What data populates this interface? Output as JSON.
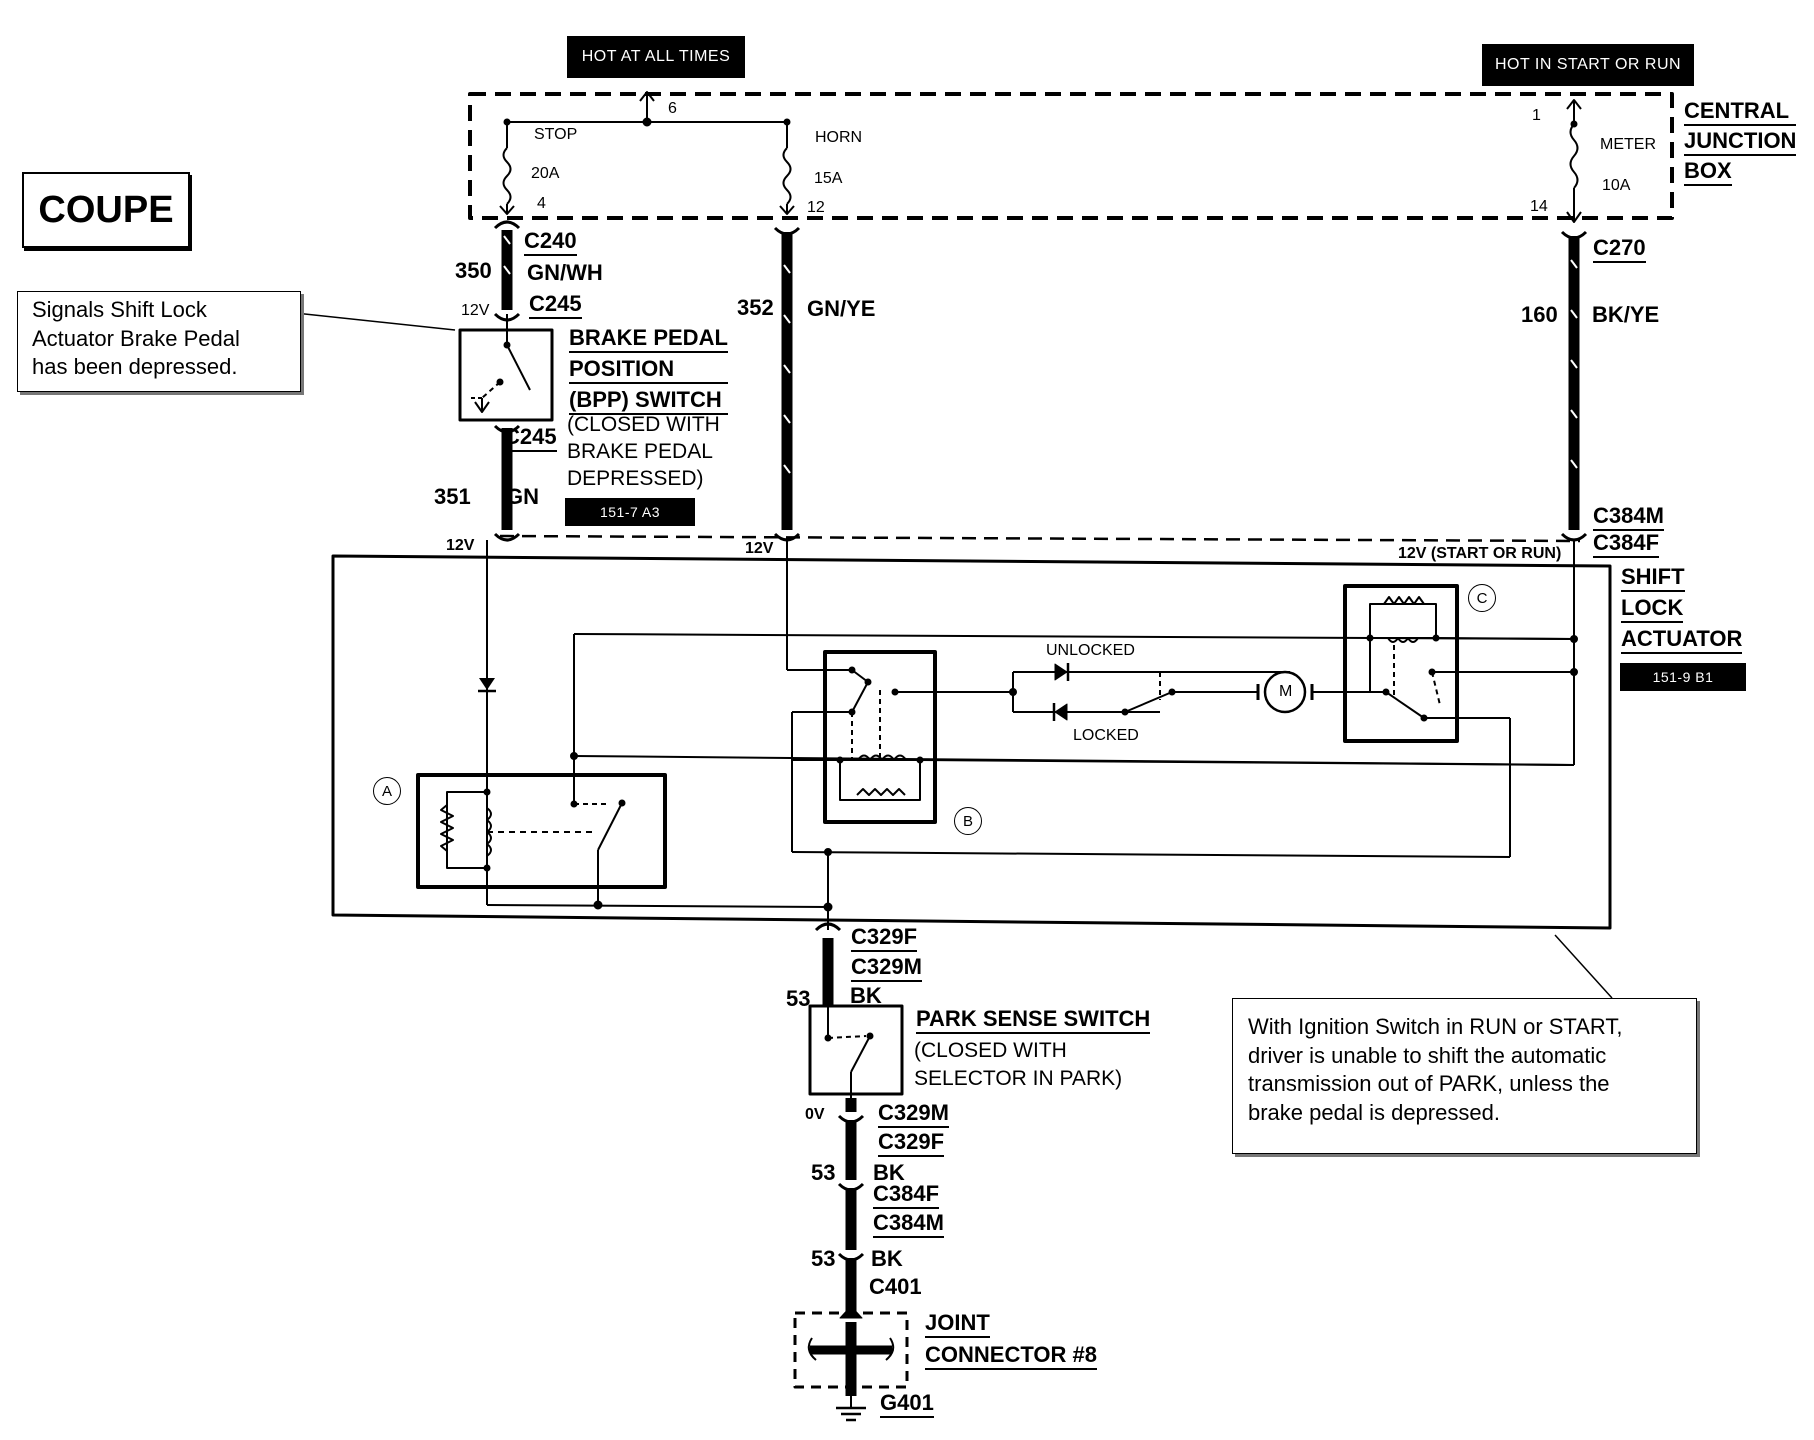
{
  "variant_label": "COUPE",
  "power_labels": {
    "hot_at_all_times": "HOT AT ALL TIMES",
    "hot_in_start_or_run": "HOT IN START OR RUN"
  },
  "central_junction_box": {
    "name_line1": "CENTRAL",
    "name_line2": "JUNCTION",
    "name_line3": "BOX",
    "pin_6": "6",
    "pin_4": "4",
    "pin_12": "12",
    "pin_1": "1",
    "pin_14": "14",
    "fuse_stop_name": "STOP",
    "fuse_stop_amps": "20A",
    "fuse_horn_name": "HORN",
    "fuse_horn_amps": "15A",
    "fuse_meter_name": "METER",
    "fuse_meter_amps": "10A"
  },
  "connectors": {
    "c240": "C240",
    "c245_top": "C245",
    "c245_bottom": "C245",
    "c270": "C270",
    "c384m_top": "C384M",
    "c384f_top": "C384F",
    "c329f_top": "C329F",
    "c329m_top": "C329M",
    "c329m_bottom": "C329M",
    "c329f_bottom": "C329F",
    "c384f_bottom": "C384F",
    "c384m_bottom": "C384M",
    "c401": "C401",
    "g401": "G401"
  },
  "wires": {
    "w350_num": "350",
    "w350_color": "GN/WH",
    "w351_num": "351",
    "w351_color": "GN",
    "w352_num": "352",
    "w352_color": "GN/YE",
    "w160_num": "160",
    "w160_color": "BK/YE",
    "w53a_num": "53",
    "w53a_color": "BK",
    "w53b_num": "53",
    "w53b_color": "BK",
    "w53c_num": "53",
    "w53c_color": "BK"
  },
  "voltages": {
    "v_bpp_top": "12V",
    "v_actuator_left": "12V",
    "v_actuator_mid": "12V",
    "v_actuator_right": "12V (START OR RUN)",
    "v_park": "0V"
  },
  "bpp_switch": {
    "line1": "BRAKE PEDAL",
    "line2": "POSITION",
    "line3": "(BPP) SWITCH",
    "line4": "(CLOSED WITH",
    "line5": "BRAKE PEDAL",
    "line6": "DEPRESSED)",
    "ref": "151-7 A3"
  },
  "shift_lock_actuator": {
    "line1": "SHIFT",
    "line2": "LOCK",
    "line3": "ACTUATOR",
    "ref": "151-9 B1",
    "unlocked": "UNLOCKED",
    "locked": "LOCKED",
    "motor": "M",
    "relay_a": "A",
    "relay_b": "B",
    "relay_c": "C"
  },
  "park_sense_switch": {
    "line1": "PARK SENSE SWITCH",
    "line2": "(CLOSED WITH",
    "line3": "SELECTOR IN PARK)"
  },
  "joint_connector": {
    "line1": "JOINT",
    "line2": "CONNECTOR #8"
  },
  "callouts": {
    "left_line1": "Signals Shift Lock",
    "left_line2": "Actuator Brake Pedal",
    "left_line3": "has been depressed.",
    "right_line1": "With Ignition Switch in RUN or START,",
    "right_line2": "driver is unable to shift the automatic",
    "right_line3": "transmission out of PARK, unless the",
    "right_line4": "brake pedal is depressed."
  }
}
